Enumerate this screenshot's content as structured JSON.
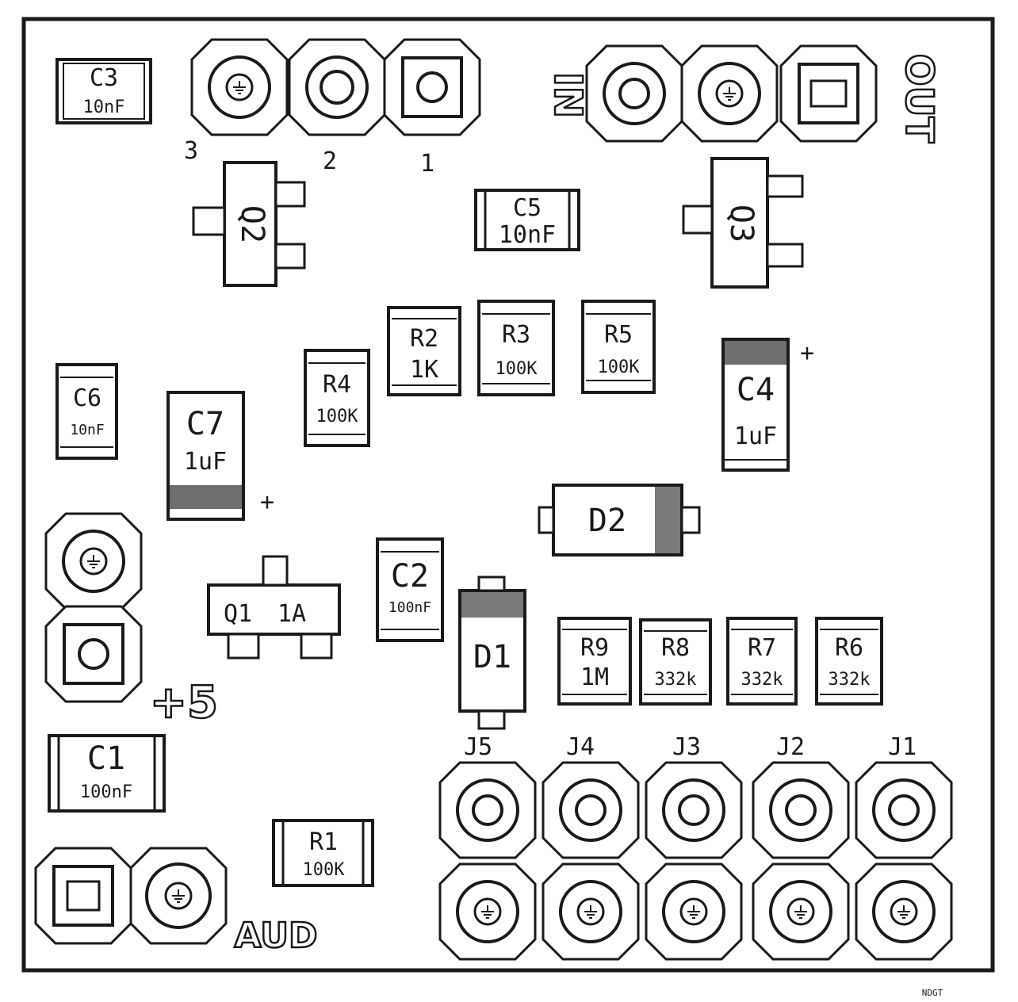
{
  "board": {
    "signature": "NDGT"
  },
  "labels": {
    "in": "IN",
    "out": "OUT",
    "plus5": "+5",
    "aud": "AUD",
    "pin3": "3",
    "pin2": "2",
    "pin1": "1"
  },
  "capacitors": [
    {
      "id": "C3",
      "value": "10nF"
    },
    {
      "id": "C5",
      "value": "10nF"
    },
    {
      "id": "C6",
      "value": "10nF"
    },
    {
      "id": "C7",
      "value": "1uF",
      "polarity": "+"
    },
    {
      "id": "C4",
      "value": "1uF",
      "polarity": "+"
    },
    {
      "id": "C2",
      "value": "100nF"
    },
    {
      "id": "C1",
      "value": "100nF"
    }
  ],
  "resistors": [
    {
      "id": "R2",
      "value": "1K"
    },
    {
      "id": "R3",
      "value": "100K"
    },
    {
      "id": "R5",
      "value": "100K"
    },
    {
      "id": "R4",
      "value": "100K"
    },
    {
      "id": "R9",
      "value": "1M"
    },
    {
      "id": "R8",
      "value": "332k"
    },
    {
      "id": "R7",
      "value": "332k"
    },
    {
      "id": "R6",
      "value": "332k"
    },
    {
      "id": "R1",
      "value": "100K"
    }
  ],
  "transistors": [
    {
      "id": "Q2"
    },
    {
      "id": "Q3"
    },
    {
      "id": "Q1",
      "value": "1A"
    }
  ],
  "diodes": [
    {
      "id": "D2"
    },
    {
      "id": "D1"
    }
  ],
  "jumpers": [
    "J5",
    "J4",
    "J3",
    "J2",
    "J1"
  ]
}
